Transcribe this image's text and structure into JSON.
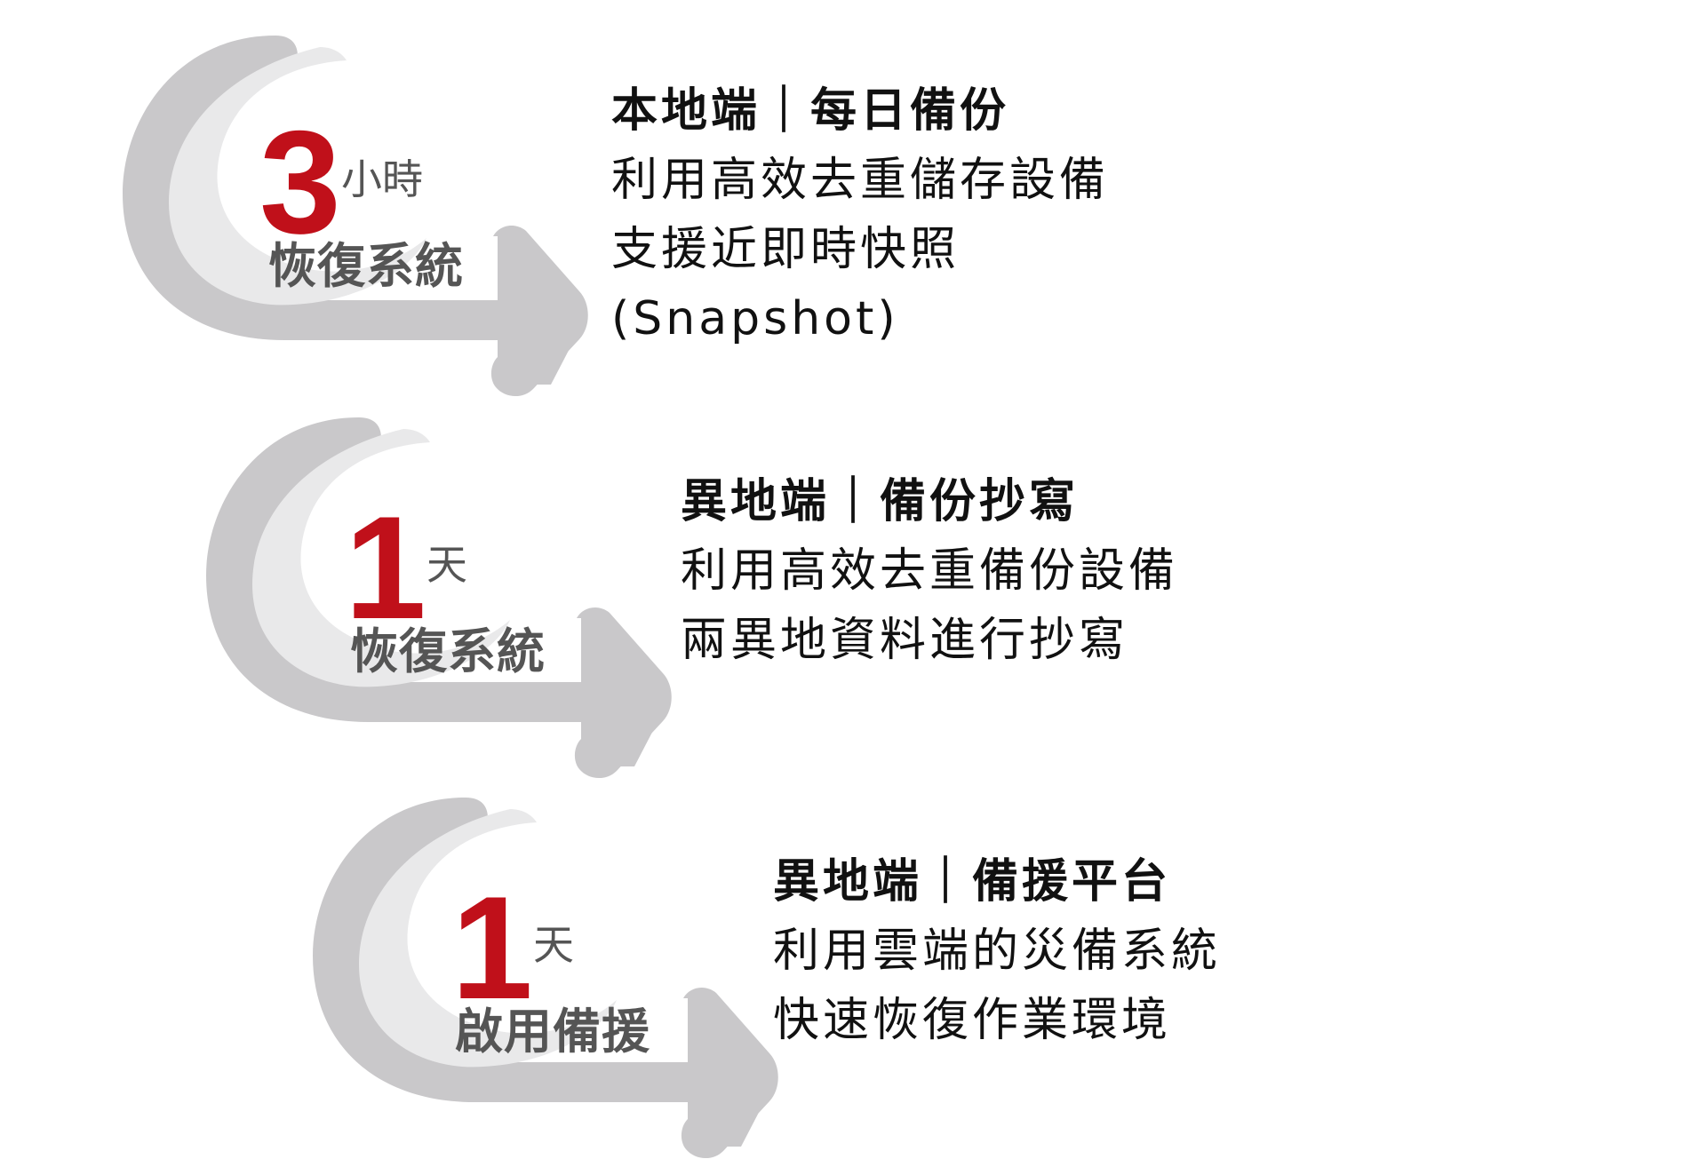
{
  "steps": [
    {
      "number": "3",
      "unit": "小時",
      "caption": "恢復系統",
      "title": "本地端｜每日備份",
      "lines": [
        "利用高效去重儲存設備",
        "支援近即時快照",
        "(Snapshot)"
      ]
    },
    {
      "number": "1",
      "unit": "天",
      "caption": "恢復系統",
      "title": "異地端｜備份抄寫",
      "lines": [
        "利用高效去重備份設備",
        "兩異地資料進行抄寫"
      ]
    },
    {
      "number": "1",
      "unit": "天",
      "caption": "啟用備援",
      "title": "異地端｜備援平台",
      "lines": [
        "利用雲端的災備系統",
        "快速恢復作業環境"
      ]
    }
  ],
  "colors": {
    "number": "#c0101a",
    "arrow_dark": "#c9c8ca",
    "arrow_light": "#e9e9ea",
    "caption": "#555555",
    "text": "#111111"
  }
}
